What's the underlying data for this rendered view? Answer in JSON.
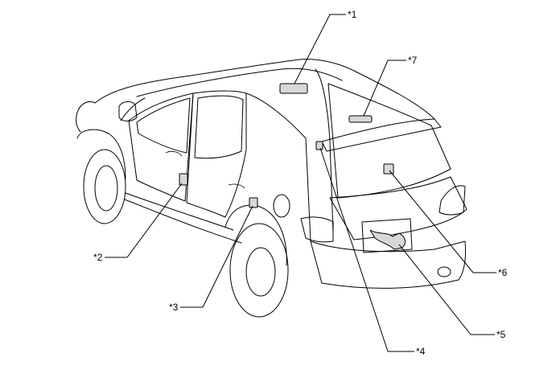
{
  "callouts": [
    {
      "id": "c1",
      "label": "*1"
    },
    {
      "id": "c2",
      "label": "*2"
    },
    {
      "id": "c3",
      "label": "*3"
    },
    {
      "id": "c4",
      "label": "*4"
    },
    {
      "id": "c5",
      "label": "*5"
    },
    {
      "id": "c6",
      "label": "*6"
    },
    {
      "id": "c7",
      "label": "*7"
    }
  ]
}
